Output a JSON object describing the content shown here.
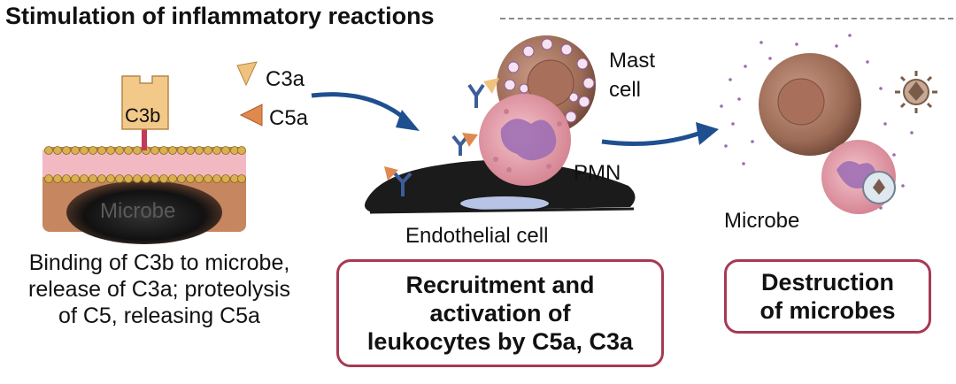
{
  "title": "Stimulation of inflammatory reactions",
  "panel1": {
    "c3b_label": "C3b",
    "c3a_label": "C3a",
    "c5a_label": "C5a",
    "microbe_label": "Microbe",
    "caption_lines": [
      "Binding of C3b to microbe,",
      "release of C3a; proteolysis",
      "of C5, releasing C5a"
    ]
  },
  "panel2": {
    "mast_cell_label_lines": [
      "Mast",
      "cell"
    ],
    "pmn_label": "PMN",
    "endothelial_label": "Endothelial cell",
    "box_text": "Recruitment and\nactivation of\nleukocytes by C5a, C3a"
  },
  "panel3": {
    "microbe_label": "Microbe",
    "box_text": "Destruction\nof microbes"
  },
  "colors": {
    "arrow": "#1f4f8f",
    "box_border": "#a63a52",
    "c3b_fill": "#f3c98a",
    "c3a_fill": "#f1c27d",
    "c5a_fill": "#e0894e",
    "mast_cell": "#9c6b56",
    "pmn": "#e8a9b5",
    "receptor": "#3d5d9a"
  }
}
